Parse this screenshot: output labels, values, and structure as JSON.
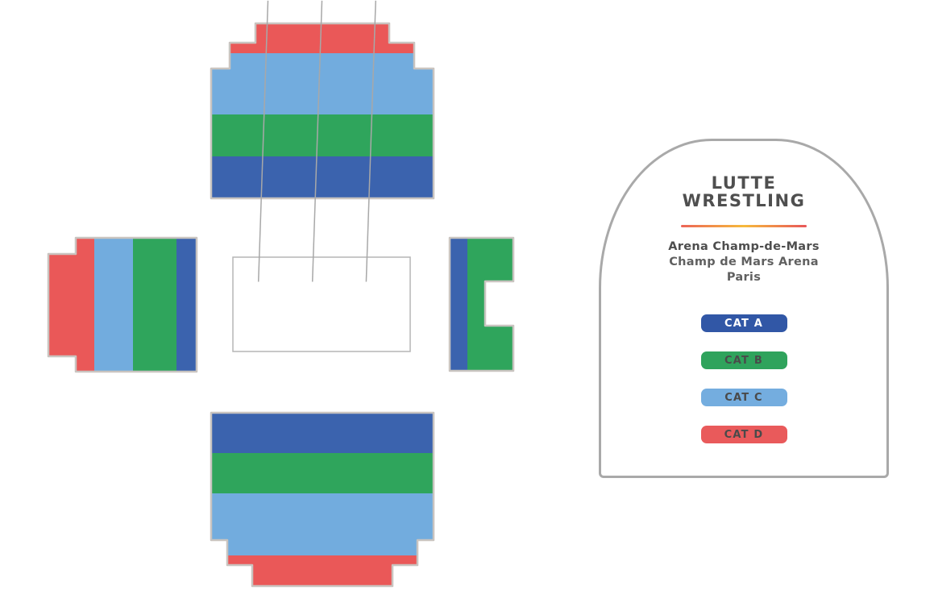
{
  "page": {
    "background": "#ffffff"
  },
  "legend": {
    "title_line1": "LUTTE",
    "title_line2": "WRESTLING",
    "venue_primary": "Arena Champ-de-Mars",
    "venue_secondary": "Champ de Mars Arena",
    "venue_city": "Paris",
    "panel_border_color": "#a9a9a9",
    "divider_colors": [
      "#ec6457",
      "#f6ba3c",
      "#e85659"
    ],
    "categories": [
      {
        "id": "A",
        "label": "CAT A",
        "color": "#3157a6",
        "label_color": "#ffffff"
      },
      {
        "id": "B",
        "label": "CAT B",
        "color": "#2fa35c",
        "label_color": "#4a4a4a"
      },
      {
        "id": "C",
        "label": "CAT C",
        "color": "#74addf",
        "label_color": "#4a4a4a"
      },
      {
        "id": "D",
        "label": "CAT D",
        "color": "#e95a5b",
        "label_color": "#4a4a4a"
      }
    ]
  },
  "map": {
    "section_colors": {
      "A": "#3b63ae",
      "B": "#2fa55c",
      "C": "#72acde",
      "D": "#ea5858"
    },
    "outline_color": "#c9c4c0",
    "stage": {
      "fill": "#ffffff",
      "border_color": "#b5b5b5",
      "mat_border_color": "#a8a8a8",
      "mat_count": 3
    },
    "blocks": [
      {
        "name": "north-stand",
        "bands": [
          "D",
          "C",
          "B",
          "A"
        ]
      },
      {
        "name": "west-stand",
        "bands": [
          "D",
          "C",
          "B",
          "A"
        ]
      },
      {
        "name": "east-stand",
        "bands": [
          "A",
          "B"
        ]
      },
      {
        "name": "south-stand",
        "bands": [
          "A",
          "B",
          "C",
          "D"
        ]
      }
    ]
  }
}
